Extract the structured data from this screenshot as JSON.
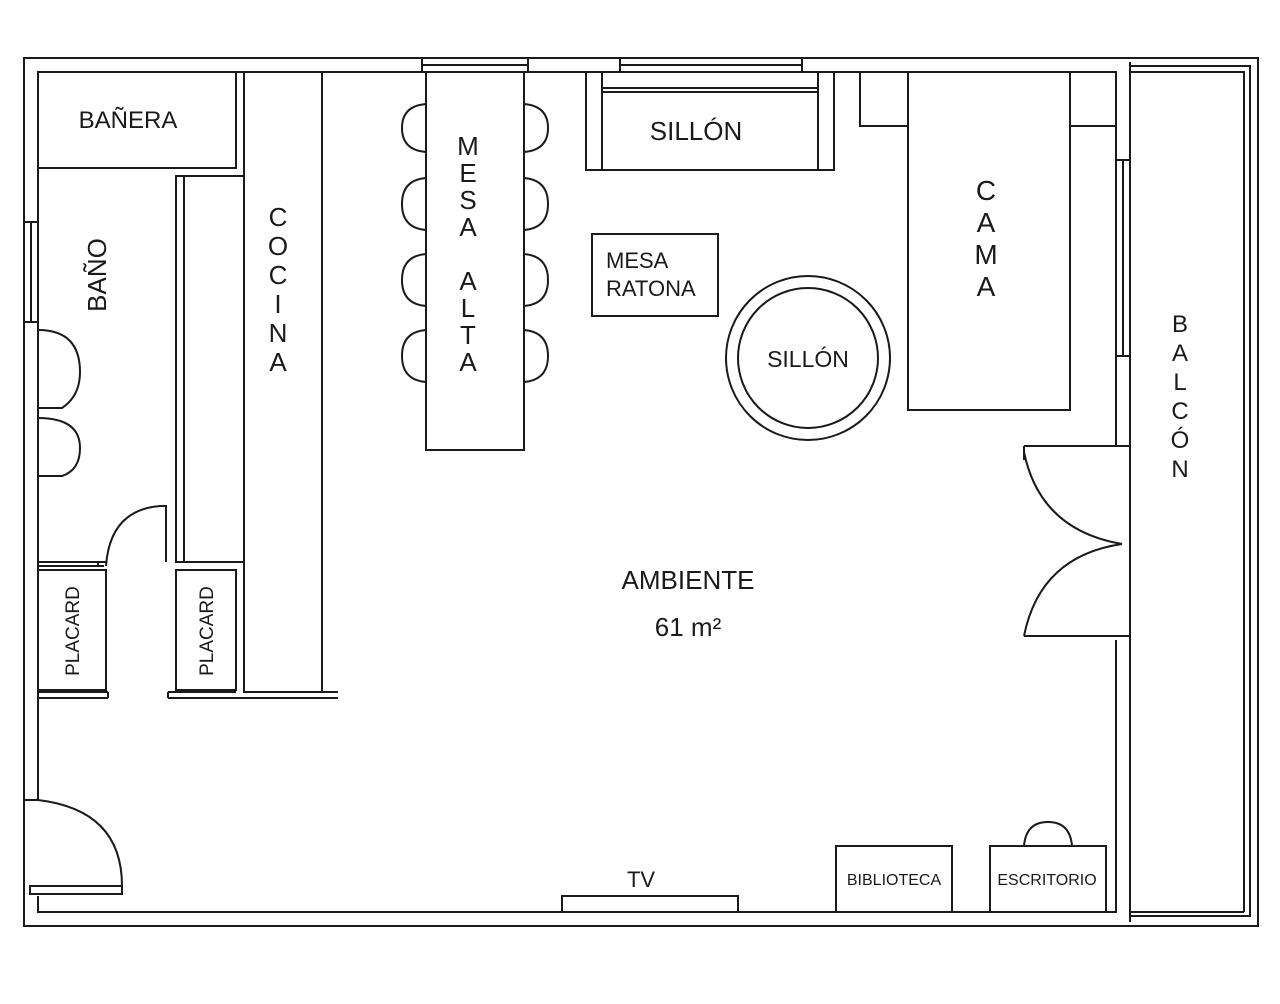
{
  "rooms": {
    "banera": "BAÑERA",
    "bano": "BAÑO",
    "cocina": "COCINA",
    "mesa_alta": "MESA ALTA",
    "sillon_top": "SILLÓN",
    "mesa_ratona_1": "MESA",
    "mesa_ratona_2": "RATONA",
    "sillon_round": "SILLÓN",
    "cama": "CAMA",
    "balcon": "BALCÓN",
    "placard_1": "PLACARD",
    "placard_2": "PLACARD",
    "ambiente": "AMBIENTE",
    "area": "61 m²",
    "tv": "TV",
    "biblioteca": "BIBLIOTECA",
    "escritorio": "ESCRITORIO"
  }
}
